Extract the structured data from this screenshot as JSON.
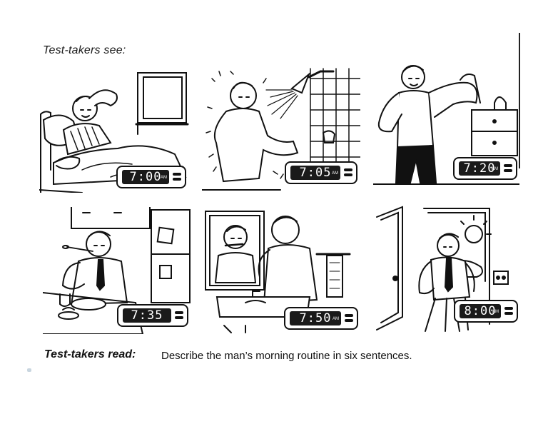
{
  "heading": "Test-takers see:",
  "panels": [
    {
      "name": "waking-up",
      "clock": "7:00",
      "meridiem": "AM"
    },
    {
      "name": "showering",
      "clock": "7:05",
      "meridiem": "AM"
    },
    {
      "name": "getting-dressed",
      "clock": "7:20",
      "meridiem": "AM"
    },
    {
      "name": "eating-breakfast",
      "clock": "7:35",
      "meridiem": ""
    },
    {
      "name": "brushing-teeth",
      "clock": "7:50",
      "meridiem": "AM"
    },
    {
      "name": "leaving-home",
      "clock": "8:00",
      "meridiem": "AM"
    }
  ],
  "read_label": "Test-takers read:",
  "instruction": "Describe the man’s morning routine in six sentences."
}
